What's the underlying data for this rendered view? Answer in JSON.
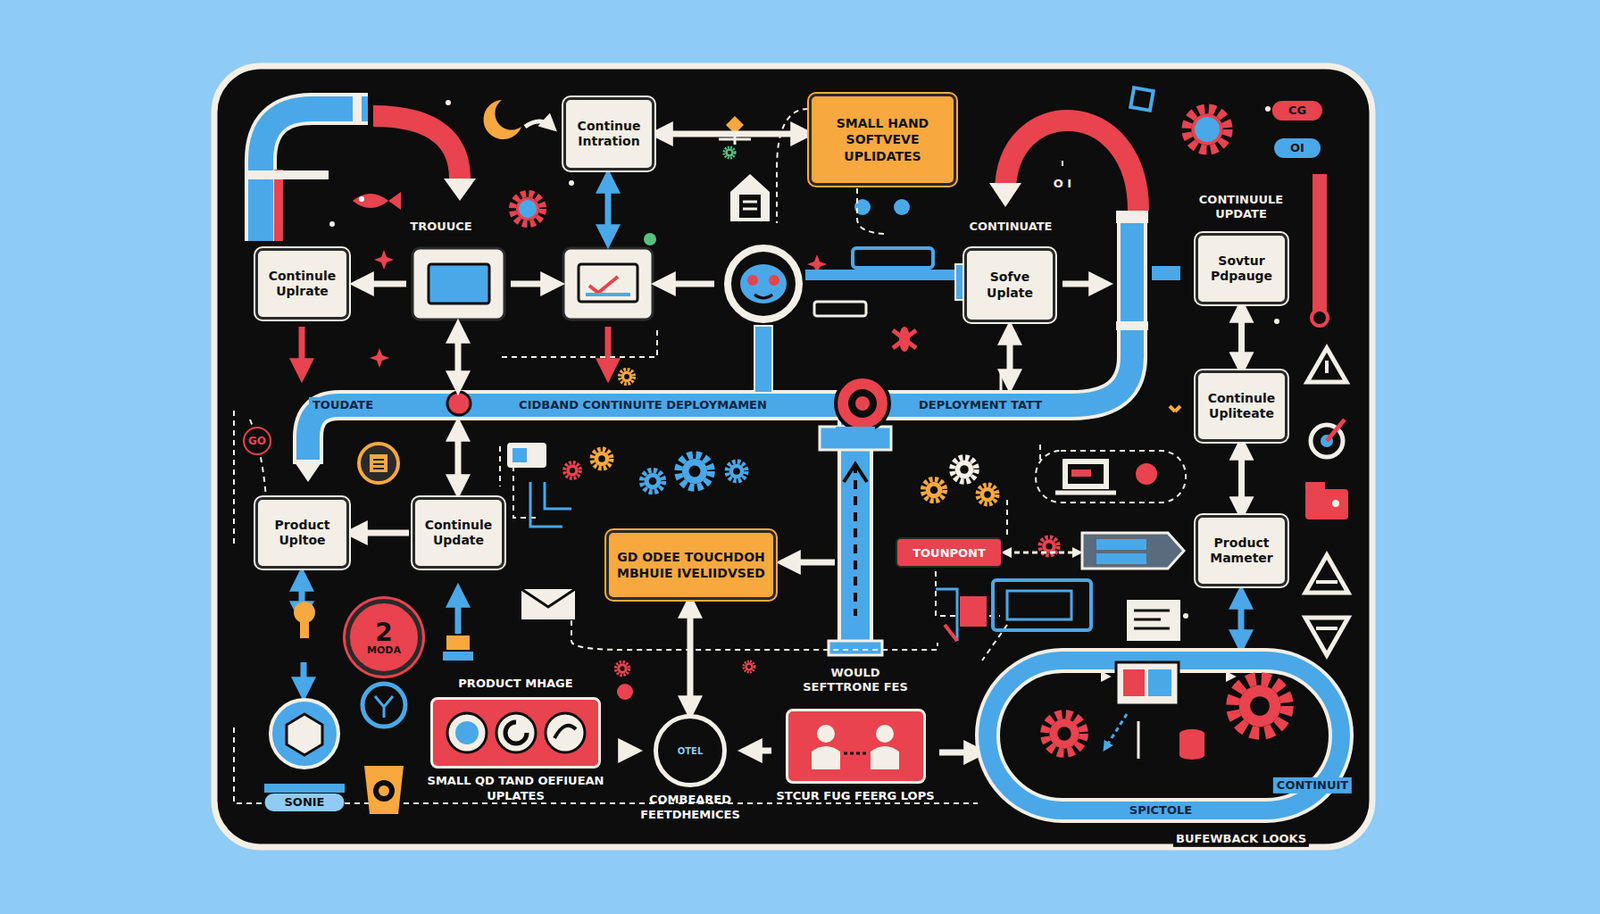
{
  "diagram": {
    "nodes": [
      {
        "text": [
          "Continue Intration"
        ]
      },
      {
        "text": [
          "SMALL HAND SOFTVEVE UPLIDATES"
        ]
      },
      {
        "text": [
          "Continule Uplrate"
        ]
      },
      {
        "text": [
          "Sofve Uplate"
        ]
      },
      {
        "text": [
          "Sovtur Pdpauge"
        ]
      },
      {
        "text": [
          "Continule Upliteate"
        ]
      },
      {
        "text": [
          "Product Upltoe"
        ]
      },
      {
        "text": [
          "Continule Update"
        ]
      },
      {
        "text": [
          "GD ODEE TOUCHDOH MBHUIE IVELIIDVSED"
        ]
      },
      {
        "text": [
          "TOUNPONT"
        ]
      },
      {
        "text": [
          "Product Mameter"
        ]
      },
      {
        "text": [
          "2",
          "MODA"
        ]
      },
      {
        "text": [
          "PRODUCT MHAGE",
          "SMALL QD TAND OEFIUEAN UPLATES"
        ]
      },
      {
        "text": [
          "OTEL",
          "COMBEARED FEETDHEMICES"
        ]
      },
      {
        "text": [
          "STCUR FUG FEERG LOPS"
        ]
      }
    ],
    "edges": [
      {
        "from": 0,
        "to": 1,
        "arrow": "both"
      },
      {
        "from": 4,
        "to": 5,
        "arrow": "both"
      },
      {
        "from": 5,
        "to": 10,
        "arrow": "both"
      },
      {
        "from": 7,
        "to": 6,
        "arrow": "to"
      },
      {
        "from": 8,
        "to": 13,
        "arrow": "both"
      },
      {
        "from": 12,
        "to": 13,
        "arrow": "to"
      },
      {
        "from": 14,
        "to": 13,
        "arrow": "to"
      }
    ],
    "labels": [
      "TROUUCE",
      "CONTINUATE",
      "CONTINUULE UPDATE",
      "O I",
      "CG",
      "OI",
      "TOUDATE",
      "CIDBAND CONTINUITE DEPLOYMAMEN",
      "DEPLOYMENT TATT",
      "GO",
      "WOULD SEFTTRONE FES",
      "SONIE",
      "SPICTOLE",
      "CONTINUIT",
      "BUFEWBACK LOOKS"
    ]
  }
}
